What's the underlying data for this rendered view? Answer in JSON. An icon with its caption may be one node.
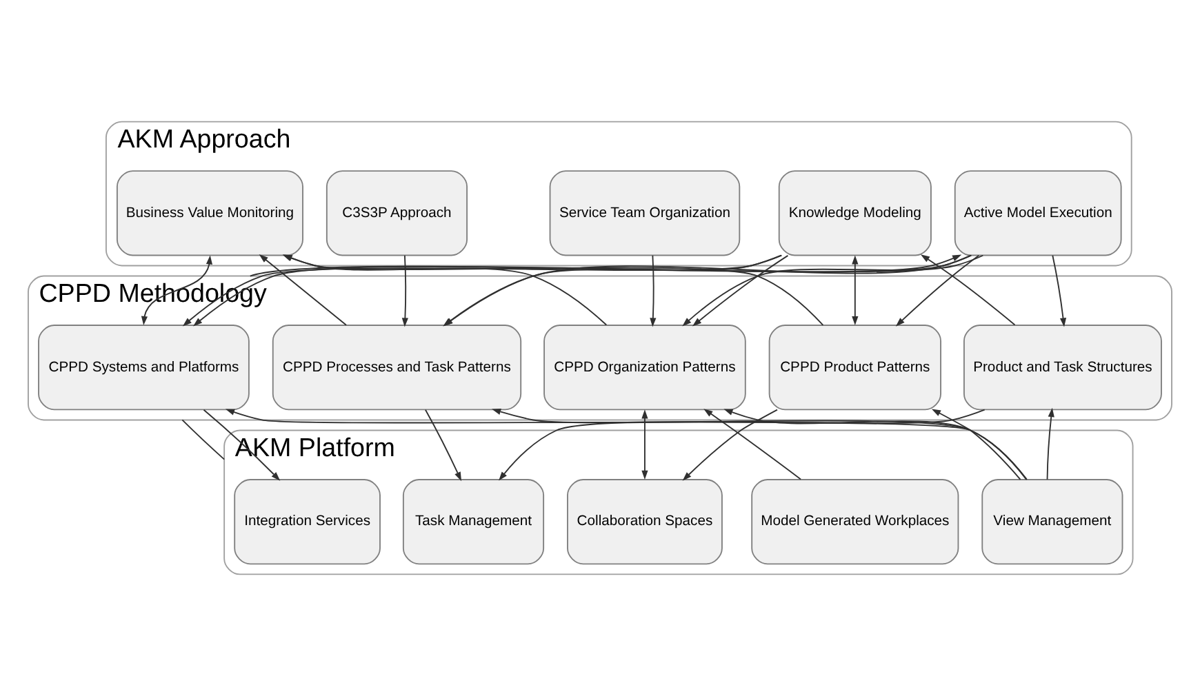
{
  "diagram": {
    "nodes": [
      {
        "text": [
          "AKM Approach"
        ]
      },
      {
        "text": [
          "Active Model Execution"
        ],
        "in": 0
      },
      {
        "text": [
          "Knowledge Modeling"
        ],
        "in": 0
      },
      {
        "text": [
          "Service Team Organization"
        ],
        "in": 0
      },
      {
        "text": [
          "C3S3P Approach"
        ],
        "in": 0
      },
      {
        "text": [
          "Business Value Monitoring"
        ],
        "in": 0
      },
      {
        "text": [
          "CPPD Methodology"
        ]
      },
      {
        "text": [
          "Product and Task Structures"
        ],
        "in": 6
      },
      {
        "text": [
          "CPPD Product Patterns"
        ],
        "in": 6
      },
      {
        "text": [
          "CPPD Organization Patterns"
        ],
        "in": 6
      },
      {
        "text": [
          "CPPD Processes and Task Patterns"
        ],
        "in": 6
      },
      {
        "text": [
          "CPPD Systems and Platforms"
        ],
        "in": 6
      },
      {
        "text": [
          "AKM Platform"
        ]
      },
      {
        "text": [
          "View Management"
        ],
        "in": 12
      },
      {
        "text": [
          "Model Generated Workplaces"
        ],
        "in": 12
      },
      {
        "text": [
          "Collaboration Spaces"
        ],
        "in": 12
      },
      {
        "text": [
          "Task Management"
        ],
        "in": 12
      },
      {
        "text": [
          "Integration Services"
        ],
        "in": 12
      }
    ],
    "edges": [
      {
        "from": 6,
        "to": 1,
        "arrow": "to"
      },
      {
        "from": 1,
        "to": 7,
        "arrow": "to"
      },
      {
        "from": 1,
        "to": 8,
        "arrow": "to"
      },
      {
        "from": 1,
        "to": 9,
        "arrow": "to"
      },
      {
        "from": 1,
        "to": 10,
        "arrow": "to"
      },
      {
        "from": 1,
        "to": 11,
        "arrow": "to"
      },
      {
        "from": 7,
        "to": 2,
        "arrow": "to"
      },
      {
        "from": 2,
        "to": 8,
        "arrow": "both"
      },
      {
        "from": 2,
        "to": 9,
        "arrow": "to"
      },
      {
        "from": 2,
        "to": 10,
        "arrow": "to"
      },
      {
        "from": 2,
        "to": 11,
        "arrow": "to"
      },
      {
        "from": 3,
        "to": 9,
        "arrow": "to"
      },
      {
        "from": 4,
        "to": 10,
        "arrow": "to"
      },
      {
        "from": 8,
        "to": 5,
        "arrow": "to"
      },
      {
        "from": 9,
        "to": 5,
        "arrow": "to"
      },
      {
        "from": 10,
        "to": 5,
        "arrow": "to"
      },
      {
        "from": 11,
        "to": 5,
        "arrow": "both"
      },
      {
        "from": 12,
        "to": 6,
        "arrow": "none"
      },
      {
        "from": 13,
        "to": 7,
        "arrow": "to"
      },
      {
        "from": 13,
        "to": 8,
        "arrow": "to"
      },
      {
        "from": 13,
        "to": 9,
        "arrow": "to"
      },
      {
        "from": 13,
        "to": 10,
        "arrow": "to"
      },
      {
        "from": 13,
        "to": 11,
        "arrow": "to"
      },
      {
        "from": 14,
        "to": 9,
        "arrow": "to"
      },
      {
        "from": 7,
        "to": 16,
        "arrow": "to"
      },
      {
        "from": 8,
        "to": 15,
        "arrow": "to"
      },
      {
        "from": 9,
        "to": 15,
        "arrow": "both"
      },
      {
        "from": 10,
        "to": 16,
        "arrow": "to"
      },
      {
        "from": 11,
        "to": 17,
        "arrow": "to"
      }
    ]
  }
}
